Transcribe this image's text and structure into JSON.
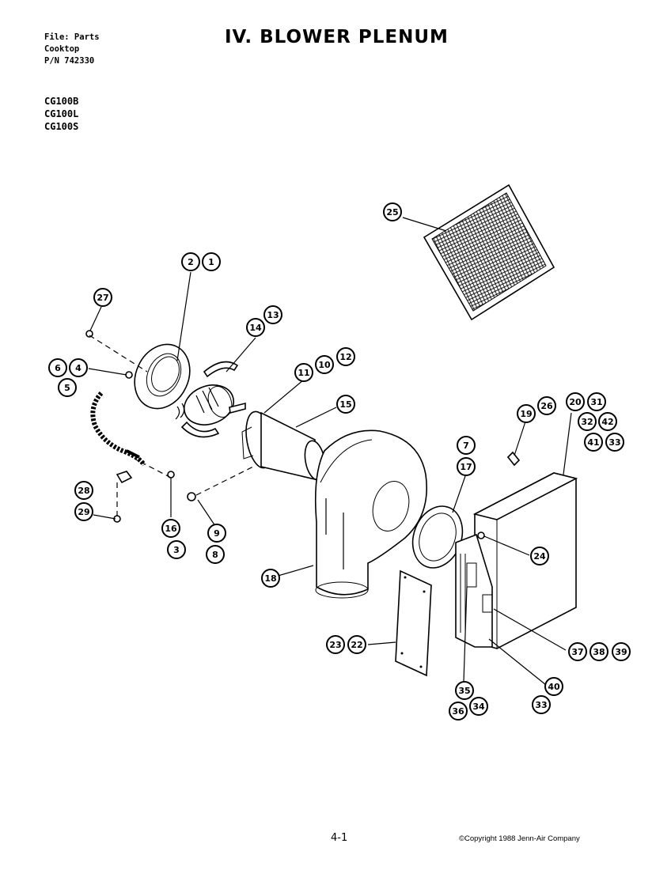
{
  "header": {
    "file_line": "File: Parts",
    "product_line": "Cooktop",
    "pn_line": "P/N 742330"
  },
  "models": [
    "CG100B",
    "CG100L",
    "CG100S"
  ],
  "title": "IV. BLOWER PLENUM",
  "footer": {
    "page_number": "4-1",
    "copyright": "©Copyright 1988 Jenn-Air Company"
  },
  "callouts": [
    "25",
    "2",
    "1",
    "27",
    "14",
    "13",
    "6",
    "4",
    "5",
    "11",
    "10",
    "12",
    "15",
    "19",
    "26",
    "20",
    "31",
    "32",
    "42",
    "41",
    "33",
    "7",
    "17",
    "28",
    "29",
    "16",
    "3",
    "9",
    "8",
    "24",
    "18",
    "23",
    "22",
    "37",
    "38",
    "39",
    "35",
    "36",
    "34",
    "40",
    "33"
  ]
}
